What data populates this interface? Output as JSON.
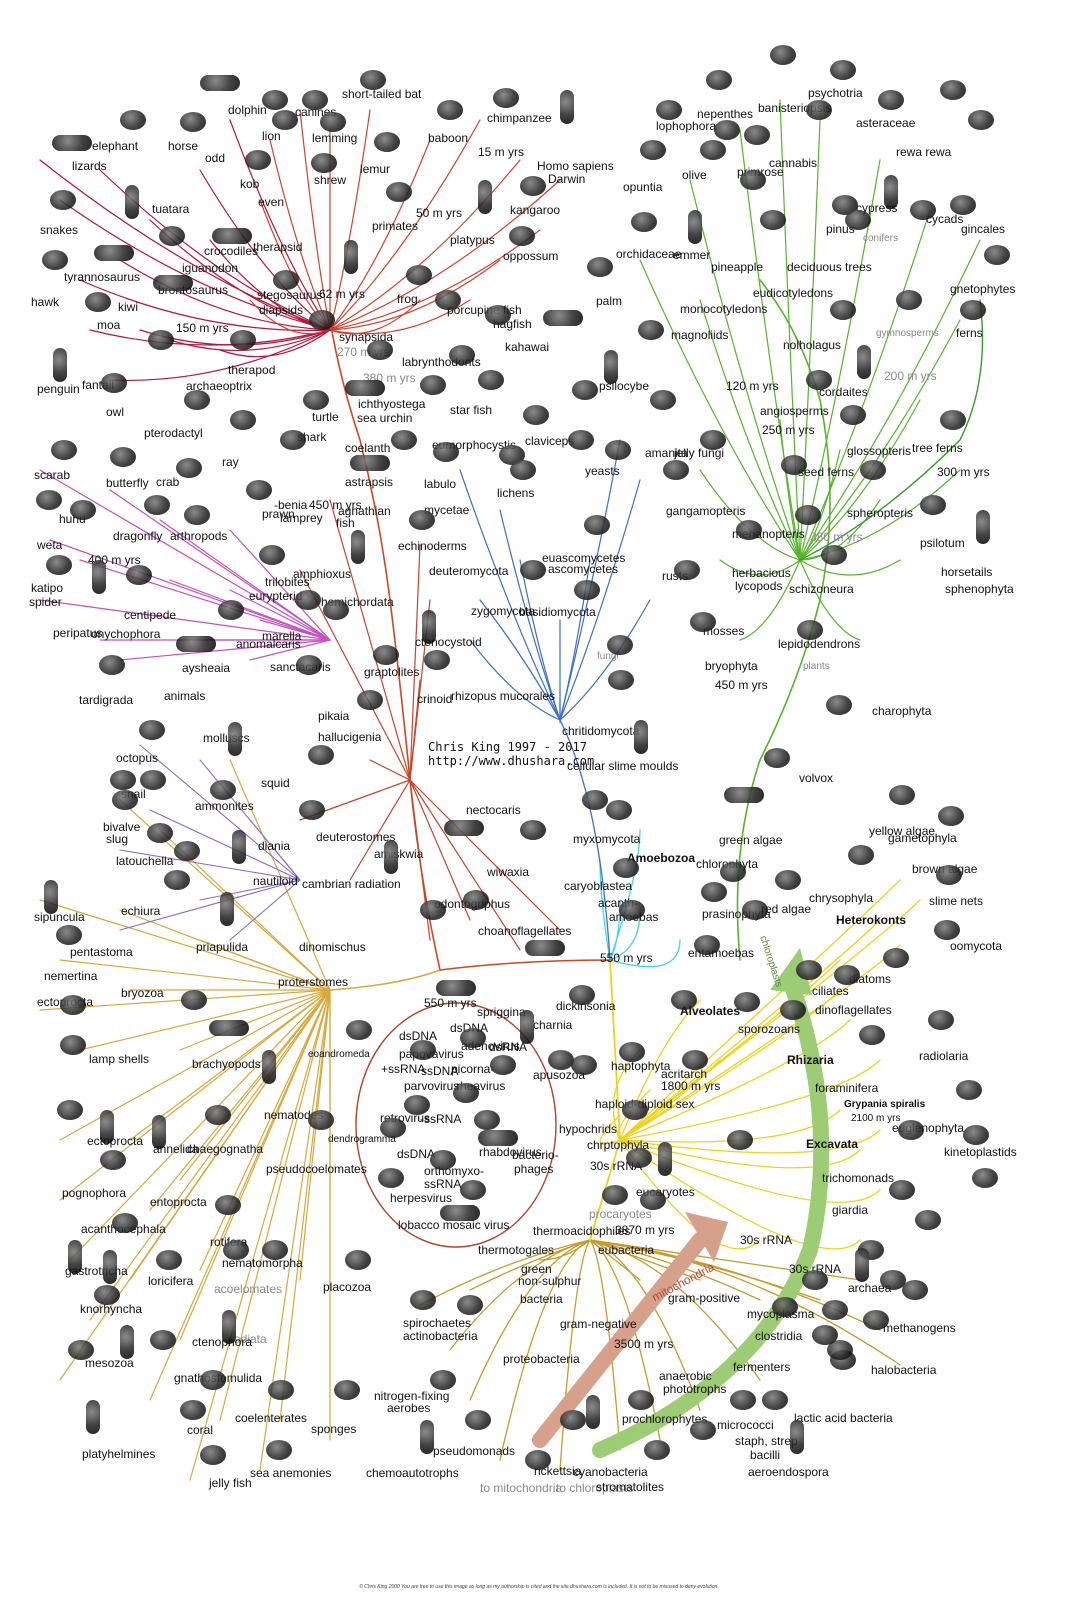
{
  "author": {
    "line1": "Chris King  1997 - 2017",
    "url": "http://www.dhushara.com"
  },
  "footer": {
    "credit": "© Chris King 2000 You are free to use this image as long as my authorship is cited and the site dhushara.com is included. It is not to be misused to deny evolution."
  },
  "colors": {
    "mammals": "#d4402a",
    "reptiles": "#b8143c",
    "arthropods": "#c84fbf",
    "deuterostomes": "#d2461e",
    "fungi": "#3a6fd0",
    "plants": "#55b52a",
    "protists": "#f0d21a",
    "bacteria": "#c89a2a",
    "protostomes": "#d9a83a",
    "mitochondria_arrow": "#d6a08a",
    "chloroplast_arrow": "#9ccc74"
  },
  "labels": [
    {
      "t": "dolphin"
    },
    {
      "t": "canines"
    },
    {
      "t": "short-tailed bat"
    },
    {
      "t": "elephant"
    },
    {
      "t": "horse"
    },
    {
      "t": "lion"
    },
    {
      "t": "lemming"
    },
    {
      "t": "baboon"
    },
    {
      "t": "chimpanzee"
    },
    {
      "t": "odd"
    },
    {
      "t": "lizards"
    },
    {
      "t": "kob"
    },
    {
      "t": "shrew"
    },
    {
      "t": "lemur"
    },
    {
      "t": "15  m yrs"
    },
    {
      "t": "Homo sapiens"
    },
    {
      "t": "Darwin"
    },
    {
      "t": "even"
    },
    {
      "t": "tuatara"
    },
    {
      "t": "snakes"
    },
    {
      "t": "primates"
    },
    {
      "t": "50 m yrs"
    },
    {
      "t": "kangaroo"
    },
    {
      "t": "crocodiles"
    },
    {
      "t": "iguanodon"
    },
    {
      "t": "hawk"
    },
    {
      "t": "tyrannosaurus"
    },
    {
      "t": "therapsid"
    },
    {
      "t": "platypus"
    },
    {
      "t": "oppossum"
    },
    {
      "t": "stegosaurus"
    },
    {
      "t": "62  m yrs"
    },
    {
      "t": "frog"
    },
    {
      "t": "kiwi"
    },
    {
      "t": "brontosaurus"
    },
    {
      "t": "porcupine fish"
    },
    {
      "t": "hagfish"
    },
    {
      "t": "150 m yrs"
    },
    {
      "t": "diapsids"
    },
    {
      "t": "synapsida"
    },
    {
      "t": "moa"
    },
    {
      "t": "270 m yrs"
    },
    {
      "t": "labrynthodonts"
    },
    {
      "t": "kahawai"
    },
    {
      "t": "therapod"
    },
    {
      "t": "fantail"
    },
    {
      "t": "penguin"
    },
    {
      "t": "archaeoptrix"
    },
    {
      "t": "380 m yrs"
    },
    {
      "t": "owl"
    },
    {
      "t": "ichthyostega"
    },
    {
      "t": "turtle"
    },
    {
      "t": "sea urchin"
    },
    {
      "t": "star fish"
    },
    {
      "t": "shark"
    },
    {
      "t": "pterodactyl"
    },
    {
      "t": "coelanth"
    },
    {
      "t": "eumorphocystis"
    },
    {
      "t": "ray"
    },
    {
      "t": "scarab"
    },
    {
      "t": "butterfly"
    },
    {
      "t": "crab"
    },
    {
      "t": "astrapsis"
    },
    {
      "t": "labulo"
    },
    {
      "t": "-benia"
    },
    {
      "t": "450 m yrs"
    },
    {
      "t": "agnathian"
    },
    {
      "t": "fish"
    },
    {
      "t": "mycetae"
    },
    {
      "t": "prawn"
    },
    {
      "t": "lamprey"
    },
    {
      "t": "huhu"
    },
    {
      "t": "dragonfly"
    },
    {
      "t": "arthropods"
    },
    {
      "t": "weta"
    },
    {
      "t": "echinoderms"
    },
    {
      "t": "400 m yrs"
    },
    {
      "t": "trilobites"
    },
    {
      "t": "katipo"
    },
    {
      "t": "spider"
    },
    {
      "t": "eurypterid"
    },
    {
      "t": "amphioxus"
    },
    {
      "t": "deuteromycota"
    },
    {
      "t": "centipede"
    },
    {
      "t": "hemichordata"
    },
    {
      "t": "peripatus"
    },
    {
      "t": "onychophora"
    },
    {
      "t": "marella"
    },
    {
      "t": "zygomycota"
    },
    {
      "t": "anomalcaris"
    },
    {
      "t": "ctenocystoid"
    },
    {
      "t": "aysheaia"
    },
    {
      "t": "sanctacaris"
    },
    {
      "t": "graptolites"
    },
    {
      "t": "crinoid"
    },
    {
      "t": "rhizopus mucorales"
    },
    {
      "t": "tardigrada"
    },
    {
      "t": "animals"
    },
    {
      "t": "pikaia"
    },
    {
      "t": "hallucigenia"
    },
    {
      "t": "molluscs"
    },
    {
      "t": "octopus"
    },
    {
      "t": "squid"
    },
    {
      "t": "snail"
    },
    {
      "t": "ammonites"
    },
    {
      "t": "bivalve"
    },
    {
      "t": "slug"
    },
    {
      "t": "latouchella"
    },
    {
      "t": "nautiloid"
    },
    {
      "t": "deuterostomes"
    },
    {
      "t": "nectocaris"
    },
    {
      "t": "diania"
    },
    {
      "t": "amiskwia"
    },
    {
      "t": "wiwaxia"
    },
    {
      "t": "cambrian radiation"
    },
    {
      "t": "odontogriphus"
    },
    {
      "t": "sipuncula"
    },
    {
      "t": "echiura"
    },
    {
      "t": "choanoflagellates"
    },
    {
      "t": "pentastoma"
    },
    {
      "t": "priapulida"
    },
    {
      "t": "nemertina"
    },
    {
      "t": "dinomischus"
    },
    {
      "t": "proterstomes"
    },
    {
      "t": "bryozoa"
    },
    {
      "t": "550 m yrs"
    },
    {
      "t": "spriggina"
    },
    {
      "t": "dickinsonia"
    },
    {
      "t": "charnia"
    },
    {
      "t": "ectoprocta"
    },
    {
      "t": "eoandromeda"
    },
    {
      "t": "dsDNA"
    },
    {
      "t": "dsDNA"
    },
    {
      "t": "lamp shells"
    },
    {
      "t": "brachyopods"
    },
    {
      "t": "papovavirus"
    },
    {
      "t": "adenovirus"
    },
    {
      "t": "dsRNA"
    },
    {
      "t": "+ssRNA"
    },
    {
      "t": "ssDNA"
    },
    {
      "t": "picorna-"
    },
    {
      "t": "parvovirus"
    },
    {
      "t": "rheavirus"
    },
    {
      "t": "nematodes"
    },
    {
      "t": "retrovirus"
    },
    {
      "t": "-ssRNA"
    },
    {
      "t": "ectoprocta"
    },
    {
      "t": "annelida"
    },
    {
      "t": "chaegognatha"
    },
    {
      "t": "dendrogramma"
    },
    {
      "t": "dsDNA"
    },
    {
      "t": "rhabdovirus"
    },
    {
      "t": "pseudocoelomates"
    },
    {
      "t": "bacterio-"
    },
    {
      "t": "phages"
    },
    {
      "t": "orthomyxo-"
    },
    {
      "t": "ssRNA"
    },
    {
      "t": "pognophora"
    },
    {
      "t": "entoprocta"
    },
    {
      "t": "herpesvirus"
    },
    {
      "t": "acanthocephala"
    },
    {
      "t": "lobacco mosaic virus"
    },
    {
      "t": "rotifera"
    },
    {
      "t": "nematomorpha"
    },
    {
      "t": "gastrotricha"
    },
    {
      "t": "loricifera"
    },
    {
      "t": "acoelomates"
    },
    {
      "t": "placozoa"
    },
    {
      "t": "knorhyncha"
    },
    {
      "t": "radiata"
    },
    {
      "t": "ctenophora"
    },
    {
      "t": "mesozoa"
    },
    {
      "t": "gnathostomulida"
    },
    {
      "t": "coelenterates"
    },
    {
      "t": "sponges"
    },
    {
      "t": "coral"
    },
    {
      "t": "platyhelmines"
    },
    {
      "t": "sea anemonies"
    },
    {
      "t": "jelly fish"
    },
    {
      "t": "psychotria"
    },
    {
      "t": "banisteriopsis"
    },
    {
      "t": "nepenthes"
    },
    {
      "t": "lophophora"
    },
    {
      "t": "asteraceae"
    },
    {
      "t": "rewa rewa"
    },
    {
      "t": "cannabis"
    },
    {
      "t": "olive"
    },
    {
      "t": "primrose"
    },
    {
      "t": "opuntia"
    },
    {
      "t": "cypress"
    },
    {
      "t": "cycads"
    },
    {
      "t": "gincales"
    },
    {
      "t": "pinus"
    },
    {
      "t": "conifers"
    },
    {
      "t": "orchidaceae"
    },
    {
      "t": "emmer"
    },
    {
      "t": "pineapple"
    },
    {
      "t": "deciduous trees"
    },
    {
      "t": "gnetophytes"
    },
    {
      "t": "eudicotyledons"
    },
    {
      "t": "palm"
    },
    {
      "t": "monocotyledons"
    },
    {
      "t": "gymnosperms"
    },
    {
      "t": "ferns"
    },
    {
      "t": "magnoliids"
    },
    {
      "t": "nolholagus"
    },
    {
      "t": "120 m yrs"
    },
    {
      "t": "cordaites"
    },
    {
      "t": "200 m yrs"
    },
    {
      "t": "angiosperms"
    },
    {
      "t": "psilocybe"
    },
    {
      "t": "amanita"
    },
    {
      "t": "250 m yrs"
    },
    {
      "t": "claviceps"
    },
    {
      "t": "glossopteris"
    },
    {
      "t": "tree ferns"
    },
    {
      "t": "jelly fungi"
    },
    {
      "t": "yeasts"
    },
    {
      "t": "seed ferns"
    },
    {
      "t": "300 m yrs"
    },
    {
      "t": "lichens"
    },
    {
      "t": "gangamopteris"
    },
    {
      "t": "spheropteris"
    },
    {
      "t": "psilotum"
    },
    {
      "t": "merianopteris"
    },
    {
      "t": "380 m yrs"
    },
    {
      "t": "euascomycetes"
    },
    {
      "t": "ascomycetes"
    },
    {
      "t": "herbacious"
    },
    {
      "t": "lycopods"
    },
    {
      "t": "horsetails"
    },
    {
      "t": "sphenophyta"
    },
    {
      "t": "schizoneura"
    },
    {
      "t": "rusts"
    },
    {
      "t": "basidiomycota"
    },
    {
      "t": "mosses"
    },
    {
      "t": "lepidodendrons"
    },
    {
      "t": "bryophyta"
    },
    {
      "t": "plants"
    },
    {
      "t": "fungi"
    },
    {
      "t": "450 m yrs"
    },
    {
      "t": "charophyta"
    },
    {
      "t": "chritidomycota"
    },
    {
      "t": "cellular slime moulds"
    },
    {
      "t": "volvox"
    },
    {
      "t": "gametophyla"
    },
    {
      "t": "myxomycota"
    },
    {
      "t": "yellow algae"
    },
    {
      "t": "green algae"
    },
    {
      "t": "Amoebozoa"
    },
    {
      "t": "chlorophyta"
    },
    {
      "t": "brown algae"
    },
    {
      "t": "caryoblastea"
    },
    {
      "t": "chrysophyla"
    },
    {
      "t": "slime nets"
    },
    {
      "t": "red algae"
    },
    {
      "t": "prasinophyta"
    },
    {
      "t": "Heterokonts"
    },
    {
      "t": "acanth-"
    },
    {
      "t": "amoebas"
    },
    {
      "t": "oomycota"
    },
    {
      "t": "entamoebas"
    },
    {
      "t": "550 m yrs"
    },
    {
      "t": "diatoms"
    },
    {
      "t": "ciliates"
    },
    {
      "t": "chloroplasts"
    },
    {
      "t": "Alveolates"
    },
    {
      "t": "dinoflagellates"
    },
    {
      "t": "sporozoans"
    },
    {
      "t": "haptophyta"
    },
    {
      "t": "apusozoa"
    },
    {
      "t": "acritarch"
    },
    {
      "t": "radiolaria"
    },
    {
      "t": "Rhizaria"
    },
    {
      "t": "1800 m yrs"
    },
    {
      "t": "haploid-diploid sex"
    },
    {
      "t": "foraminifera"
    },
    {
      "t": "Grypania spiralis"
    },
    {
      "t": "2100 m yrs"
    },
    {
      "t": "hypochrids"
    },
    {
      "t": "euglenophyta"
    },
    {
      "t": "chrptophyla"
    },
    {
      "t": "Excavata"
    },
    {
      "t": "kinetoplastids"
    },
    {
      "t": "30s rRNA"
    },
    {
      "t": "trichomonads"
    },
    {
      "t": "eucaryotes"
    },
    {
      "t": "procaryotes"
    },
    {
      "t": "giardia"
    },
    {
      "t": "3870 m yrs"
    },
    {
      "t": "30s rRNA"
    },
    {
      "t": "thermoacidophiles"
    },
    {
      "t": "thermotogales"
    },
    {
      "t": "eubacteria"
    },
    {
      "t": "30s rRNA"
    },
    {
      "t": "green"
    },
    {
      "t": "non-sulphur"
    },
    {
      "t": "mitochondria"
    },
    {
      "t": "archaea"
    },
    {
      "t": "bacteria"
    },
    {
      "t": "gram-positive"
    },
    {
      "t": "spirochaetes"
    },
    {
      "t": "mycoplasma"
    },
    {
      "t": "actinobacteria"
    },
    {
      "t": "gram-negative"
    },
    {
      "t": "clostridia"
    },
    {
      "t": "methanogens"
    },
    {
      "t": "3500 m yrs"
    },
    {
      "t": "proteobacteria"
    },
    {
      "t": "anaerobic"
    },
    {
      "t": "phototrophs"
    },
    {
      "t": "fermenters"
    },
    {
      "t": "halobacteria"
    },
    {
      "t": "nitrogen-fixing"
    },
    {
      "t": "aerobes"
    },
    {
      "t": "prochlorophytes"
    },
    {
      "t": "micrococci"
    },
    {
      "t": "lactic acid bacteria"
    },
    {
      "t": "staph, strep"
    },
    {
      "t": "pseudomonads"
    },
    {
      "t": "bacilli"
    },
    {
      "t": "chemoautotrophs"
    },
    {
      "t": "rickettsia"
    },
    {
      "t": "cyanobacteria"
    },
    {
      "t": "aeroendospora"
    },
    {
      "t": "to mitochondria"
    },
    {
      "t": "to chloroplasts"
    },
    {
      "t": "stromatolites"
    }
  ]
}
